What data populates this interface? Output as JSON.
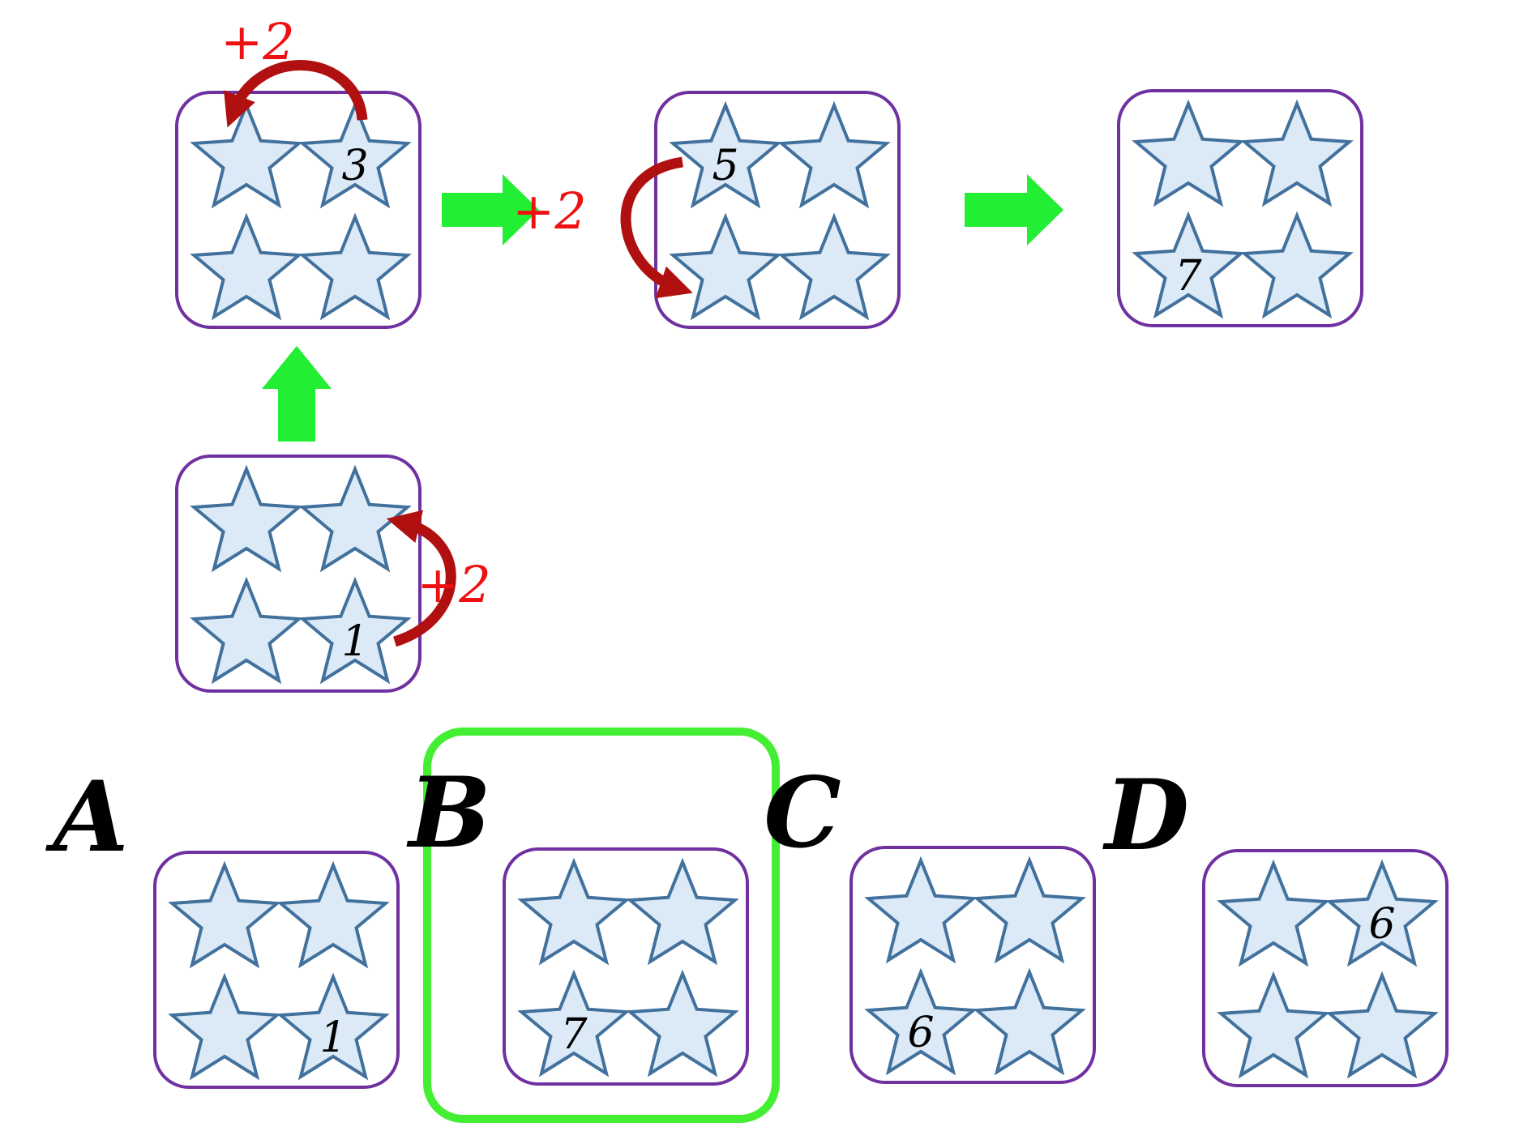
{
  "colors": {
    "panel_border": "#7030a0",
    "star_fill": "#dce9f6",
    "star_stroke": "#41719c",
    "green_arrow": "#22ee33",
    "curve_arrow": "#b01010",
    "step_label": "#ee1111",
    "answer_highlight": "#44ee33",
    "option_letter": "#000000"
  },
  "sequence": {
    "panels": [
      {
        "id": "step1",
        "numbers": [
          "",
          "",
          "",
          "1"
        ]
      },
      {
        "id": "step2",
        "numbers": [
          "",
          "3",
          "",
          ""
        ]
      },
      {
        "id": "step3",
        "numbers": [
          "5",
          "",
          "",
          ""
        ]
      },
      {
        "id": "step4",
        "numbers": [
          "",
          "",
          "7",
          ""
        ]
      }
    ],
    "step_labels": [
      "+2",
      "+2",
      "+2"
    ],
    "flow_arrows": [
      "up",
      "right",
      "right"
    ]
  },
  "options": [
    {
      "letter": "A",
      "numbers": [
        "",
        "",
        "",
        "1"
      ],
      "highlighted": false
    },
    {
      "letter": "B",
      "numbers": [
        "",
        "",
        "7",
        ""
      ],
      "highlighted": true
    },
    {
      "letter": "C",
      "numbers": [
        "",
        "",
        "6",
        ""
      ],
      "highlighted": false
    },
    {
      "letter": "D",
      "numbers": [
        "",
        "6",
        "",
        ""
      ],
      "highlighted": false
    }
  ],
  "icons": {
    "star": "star-icon",
    "flow_arrow": "block-arrow-icon",
    "step_arrow": "curved-arrow-icon"
  }
}
